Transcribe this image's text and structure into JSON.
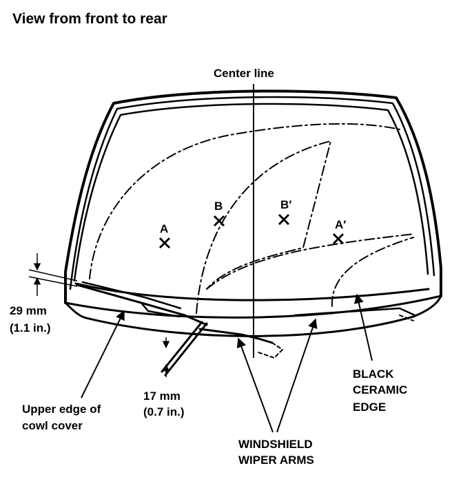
{
  "title": "View from front to rear",
  "center_line_label": "Center line",
  "points": [
    {
      "id": "A",
      "label": "A"
    },
    {
      "id": "B",
      "label": "B"
    },
    {
      "id": "B-prime",
      "label": "B′"
    },
    {
      "id": "A-prime",
      "label": "A′"
    }
  ],
  "dim_29": {
    "mm": "29 mm",
    "in": "(1.1 in.)"
  },
  "dim_17": {
    "mm": "17 mm",
    "in": "(0.7 in.)"
  },
  "cowl_label": {
    "line1": "Upper edge of",
    "line2": "cowl cover"
  },
  "wiper_label": {
    "line1": "WINDSHIELD",
    "line2": "WIPER ARMS"
  },
  "ceramic_label": {
    "line1": "BLACK",
    "line2": "CERAMIC",
    "line3": "EDGE"
  }
}
